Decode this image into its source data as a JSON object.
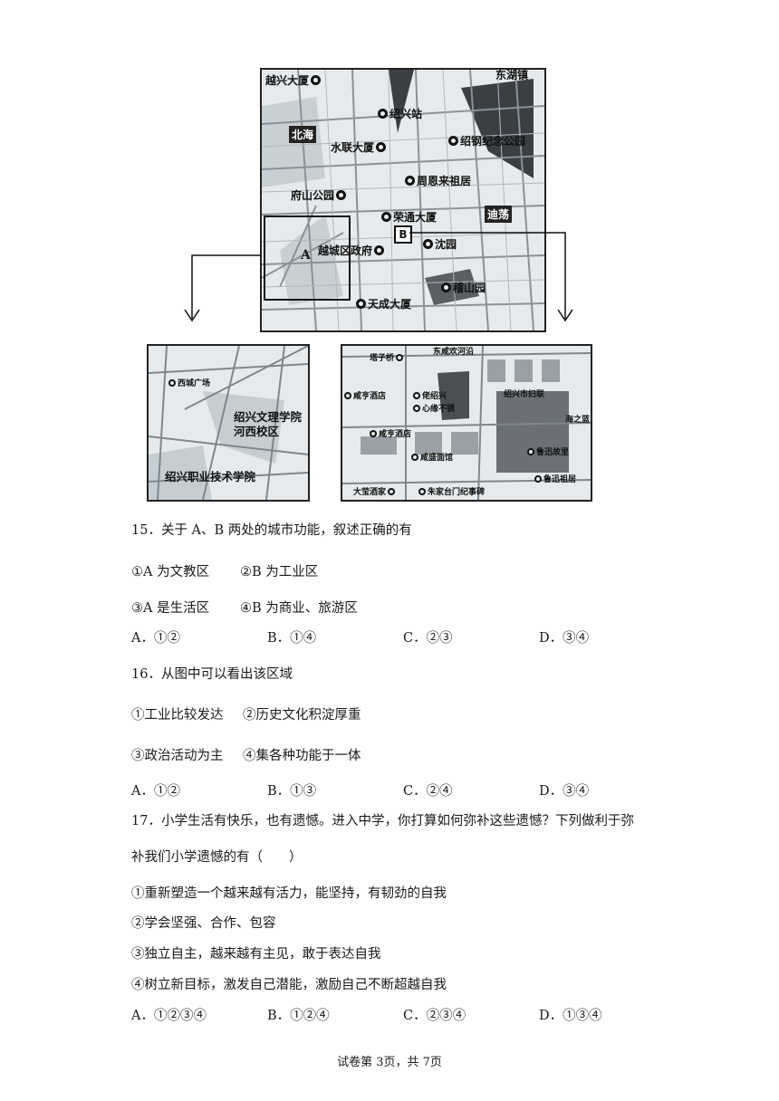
{
  "map_main": {
    "labels": {
      "yuexing": "越兴大厦",
      "donghu": "东湖镇",
      "beihai": "北海",
      "shaoxing_station": "绍兴站",
      "shuilian": "水联大厦",
      "shaogang": "绍钢纪念公园",
      "zhouenlai": "周恩来祖居",
      "fushan": "府山公园",
      "rongtong": "荣通大厦",
      "yingdang": "迪荡",
      "shenyuan": "沈园",
      "yuecheng": "越城区政府",
      "jishan": "稽山园",
      "tiancheng": "天成大厦",
      "a": "A",
      "b": "B"
    }
  },
  "inset_a": {
    "labels": {
      "xicheng": "西城广场",
      "wenli1": "绍兴文理学院",
      "wenli2": "河西校区",
      "zhiye": "绍兴职业技术学院"
    }
  },
  "inset_b": {
    "labels": {
      "tazi": "塔子桥",
      "dongcheng": "东咸欢河沿",
      "xianheng1": "咸亨酒店",
      "laoshaoxing": "佬绍兴",
      "xinjiang": "心缘不锈",
      "fulian": "绍兴市妇联",
      "haizhi": "海之蓝",
      "xianheng2": "咸亨酒店",
      "xianheng_noodle": "咸盛面馆",
      "luxun_home": "鲁迅故里",
      "luxun_ancestral": "鲁迅祖居",
      "dayu": "大莹酒家",
      "zhujia": "朱家台门纪事碑"
    }
  },
  "questions": {
    "q15": {
      "stem": "15．关于 A、B 两处的城市功能，叙述正确的有",
      "s1": "①A 为文教区",
      "s2": "②B 为工业区",
      "s3": "③A 是生活区",
      "s4": "④B 为商业、旅游区",
      "a": "A．①②",
      "b": "B．①④",
      "c": "C．②③",
      "d": "D．③④"
    },
    "q16": {
      "stem": "16．从图中可以看出该区域",
      "s1": "①工业比较发达",
      "s2": "②历史文化积淀厚重",
      "s3": "③政治活动为主",
      "s4": "④集各种功能于一体",
      "a": "A．①②",
      "b": "B．①③",
      "c": "C．②④",
      "d": "D．③④"
    },
    "q17": {
      "stem1": "17．小学生活有快乐，也有遗憾。进入中学，你打算如何弥补这些遗憾？下列做利于弥",
      "stem2": "补我们小学遗憾的有（　　）",
      "s1": "①重新塑造一个越来越有活力，能坚持，有韧劲的自我",
      "s2": "②学会坚强、合作、包容",
      "s3": "③独立自主，越来越有主见，敢于表达自我",
      "s4": "④树立新目标，激发自己潜能，激励自己不断超越自我",
      "a": "A．①②③④",
      "b": "B．①②④",
      "c": "C．②③④",
      "d": "D．①③④"
    }
  },
  "footer": "试卷第 3页，共 7页"
}
